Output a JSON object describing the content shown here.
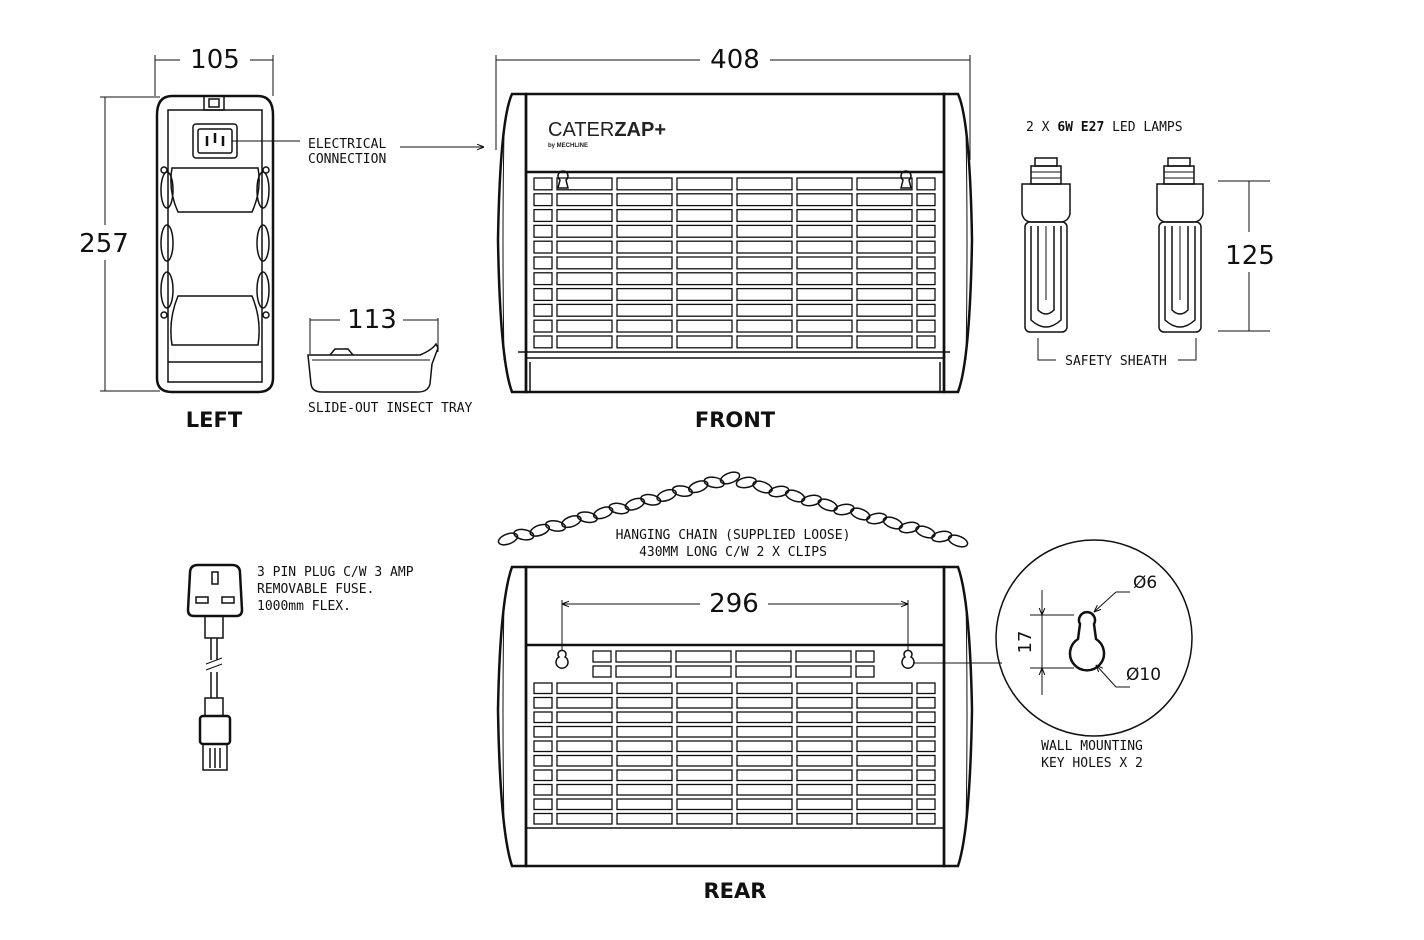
{
  "dimensions": {
    "width_left": "105",
    "height_left": "257",
    "tray_width": "113",
    "front_width": "408",
    "lamp_height": "125",
    "keyhole_spacing": "296",
    "keyhole_small_dia": "Ø6",
    "keyhole_large_dia": "Ø10",
    "keyhole_height": "17"
  },
  "labels": {
    "electrical_connection_1": "ELECTRICAL",
    "electrical_connection_2": "CONNECTION",
    "insect_tray": "SLIDE-OUT INSECT TRAY",
    "lamps_prefix": "2 X",
    "lamps_bold": "6W E27",
    "lamps_suffix": "LED LAMPS",
    "safety_sheath": "SAFETY SHEATH",
    "chain_1": "HANGING CHAIN (SUPPLIED LOOSE)",
    "chain_2": "430MM LONG C/W 2 X CLIPS",
    "plug_1": "3 PIN PLUG C/W 3 AMP",
    "plug_2": "REMOVABLE FUSE.",
    "plug_3": "1000mm FLEX.",
    "wall_mount_1": "WALL MOUNTING",
    "wall_mount_2": "KEY HOLES X 2"
  },
  "views": {
    "left": "LEFT",
    "front": "FRONT",
    "rear": "REAR"
  },
  "brand": {
    "prefix": "CATER",
    "name": "ZAP+",
    "tagline": "by MECHLINE"
  }
}
